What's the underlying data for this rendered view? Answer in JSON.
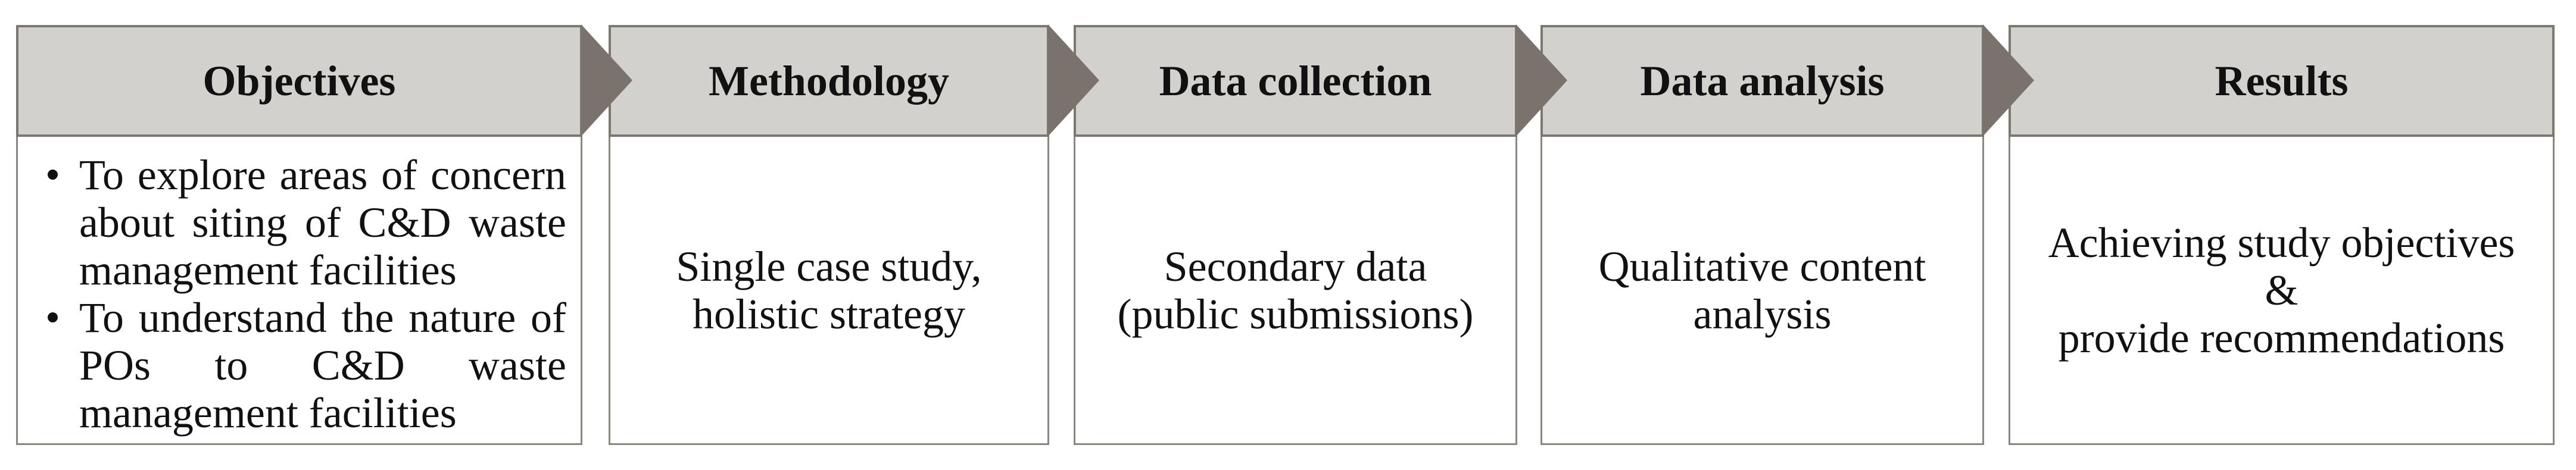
{
  "figure": {
    "type": "process-flow",
    "colors": {
      "header_fill": "#d3d1cd",
      "header_border": "#7d7771",
      "content_border": "#8b8680",
      "arrow": "#7a736d"
    },
    "stages": [
      {
        "title": "Objectives",
        "bullets": [
          "To explore areas of concern about siting of C&D waste management facilities",
          "To understand the nature of POs to C&D waste management facilities"
        ]
      },
      {
        "title": "Methodology",
        "lines": [
          "Single case study,",
          "holistic strategy"
        ]
      },
      {
        "title": "Data collection",
        "lines": [
          "Secondary data",
          "(public submissions)"
        ]
      },
      {
        "title": "Data analysis",
        "lines": [
          "Qualitative content",
          "analysis"
        ]
      },
      {
        "title": "Results",
        "lines": [
          "Achieving study objectives",
          "&",
          "provide recommendations"
        ]
      }
    ]
  }
}
